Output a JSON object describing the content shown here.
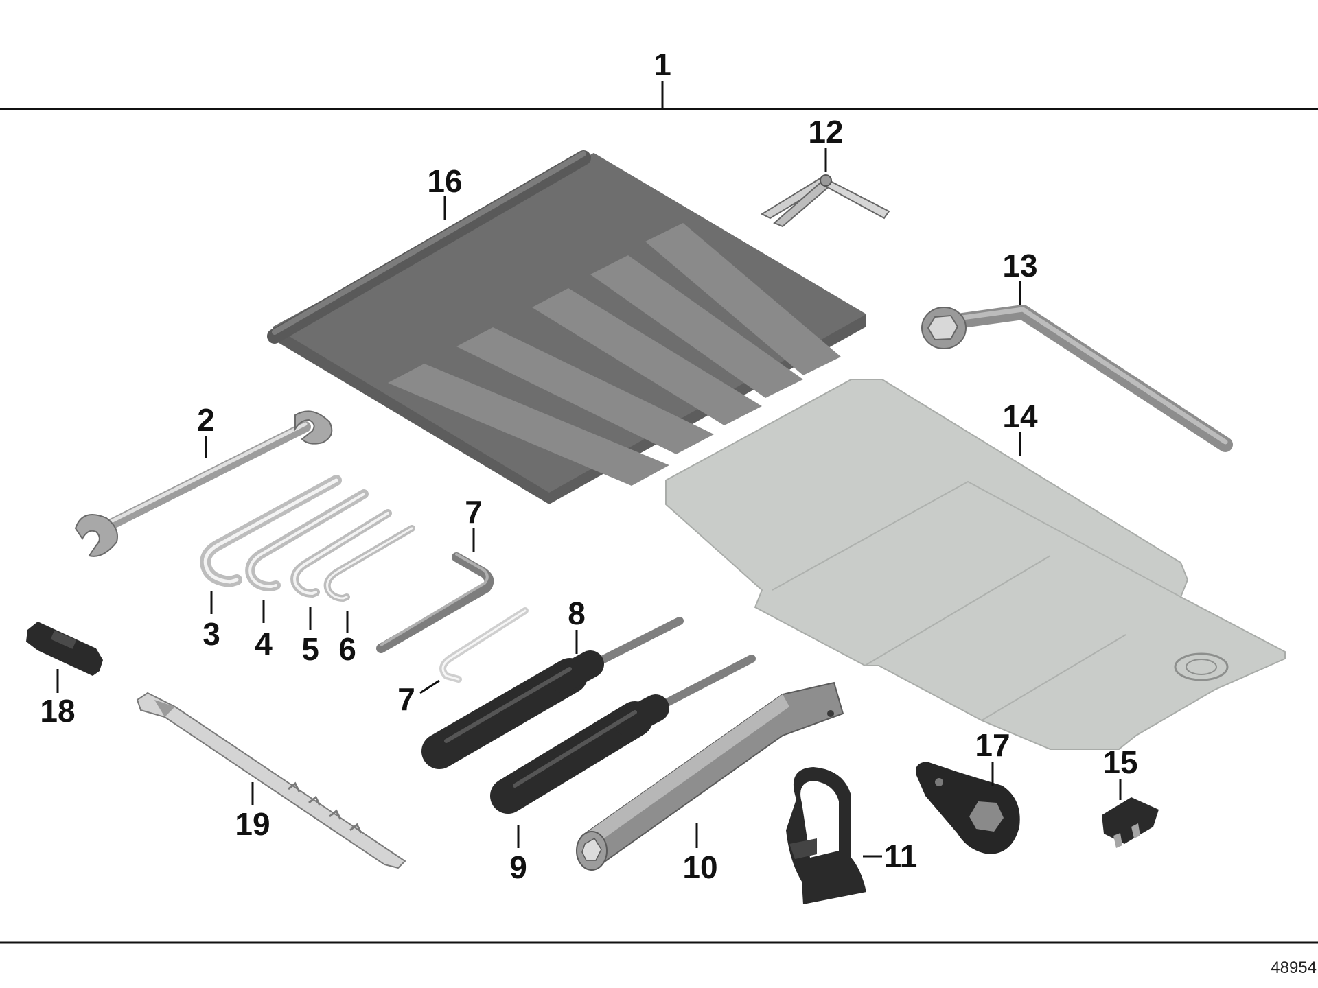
{
  "diagram": {
    "diagram_id": "48954",
    "colors": {
      "dark_part": "#6e6e6e",
      "light_part": "#d9d9d9",
      "handle": "#2b2b2b",
      "mat": "#c9ccc9",
      "line": "#111111"
    },
    "callouts": {
      "c1": "1",
      "c2": "2",
      "c3": "3",
      "c4": "4",
      "c5": "5",
      "c6": "6",
      "c7a": "7",
      "c7b": "7",
      "c8": "8",
      "c9": "9",
      "c10": "10",
      "c11": "11",
      "c12": "12",
      "c13": "13",
      "c14": "14",
      "c15": "15",
      "c16": "16",
      "c17": "17",
      "c18": "18",
      "c19": "19"
    },
    "part_icons": [
      "tool-tray",
      "open-end-wrench",
      "hex-key",
      "torx-key",
      "screwdriver",
      "spark-plug-wrench",
      "clip",
      "feeler-gauge",
      "wheel-wrench",
      "tool-kit-mat",
      "fuse",
      "holder",
      "fuse-puller",
      "cable-tie"
    ]
  }
}
